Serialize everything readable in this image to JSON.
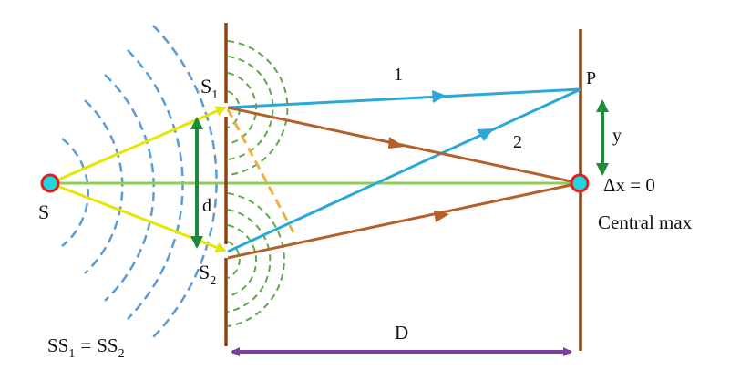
{
  "labels": {
    "source": "S",
    "slit1_letter": "S",
    "slit1_sub": "1",
    "slit2_letter": "S",
    "slit2_sub": "2",
    "point_p": "P",
    "ray1": "1",
    "ray2": "2",
    "slit_separation": "d",
    "screen_distance": "D",
    "fringe_offset": "y",
    "path_difference": "Δx = 0",
    "central_max": "Central max",
    "equal_paths": {
      "s1": "S",
      "s1_sub1": "S",
      "s1_sub": "1",
      "eq": "=",
      "s2": "S",
      "s2_sub2": "S",
      "s2_sub": "2"
    }
  },
  "colors": {
    "barrier": "#8B4513",
    "source_ray": "#E6E600",
    "axis": "#8FCC55",
    "blue_ray": "#2AA8D8",
    "brown_ray": "#B5602A",
    "wave_blue": "#5B9BD5",
    "wave_green": "#5FA84A",
    "dark_green_arrow": "#1E8B3A",
    "purple_arrow": "#7B3FA0",
    "dashed_orange": "#F0B040",
    "point_fill": "#22D3E0",
    "point_stroke": "#E02020"
  }
}
